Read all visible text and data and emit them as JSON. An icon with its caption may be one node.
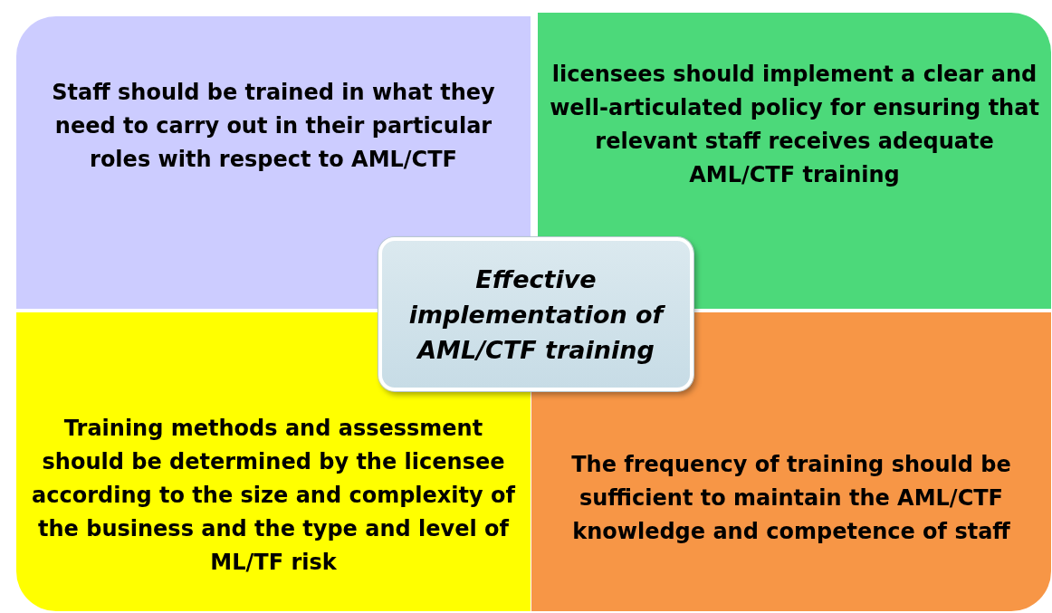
{
  "diagram": {
    "nodes": [
      {
        "text": [
          "Staff should be trained in what they need to carry out in their particular roles with respect to AML/CTF"
        ]
      },
      {
        "text": [
          "licensees should implement a clear and well-articulated policy for ensuring that relevant staff receives adequate AML/CTF training"
        ]
      },
      {
        "text": [
          "Effective implementation of AML/CTF training"
        ]
      },
      {
        "text": [
          "Training methods and assessment should be determined by the licensee according to the size and complexity of the business and the type and level of ML/TF risk"
        ]
      },
      {
        "text": [
          "The frequency of training should be sufficient to maintain the AML/CTF knowledge and competence of staff"
        ]
      }
    ]
  }
}
